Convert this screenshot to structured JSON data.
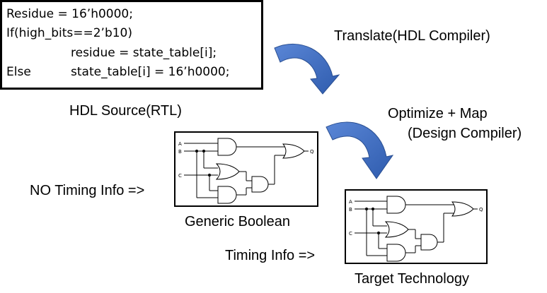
{
  "code": {
    "line1": "Residue = 16’h0000;",
    "line2": "If(high_bits==2’b10)",
    "line3_indent": "residue = state_table[i];",
    "line4_else": "Else",
    "line4_stmt": "state_table[i] = 16’h0000;"
  },
  "labels": {
    "hdl_source": "HDL Source(RTL)",
    "translate": "Translate(HDL Compiler)",
    "optimize_line1": "Optimize + Map",
    "optimize_line2": "(Design Compiler)",
    "no_timing": "NO Timing Info =>",
    "timing": "Timing Info =>",
    "generic_boolean": "Generic Boolean",
    "target_technology": "Target Technology"
  },
  "circuit_pins": {
    "a": "A",
    "b": "B",
    "c": "C",
    "q": "Q"
  },
  "colors": {
    "arrow_fill": "#3e6cbf",
    "arrow_edge": "#2a4f92",
    "border": "#000000"
  }
}
